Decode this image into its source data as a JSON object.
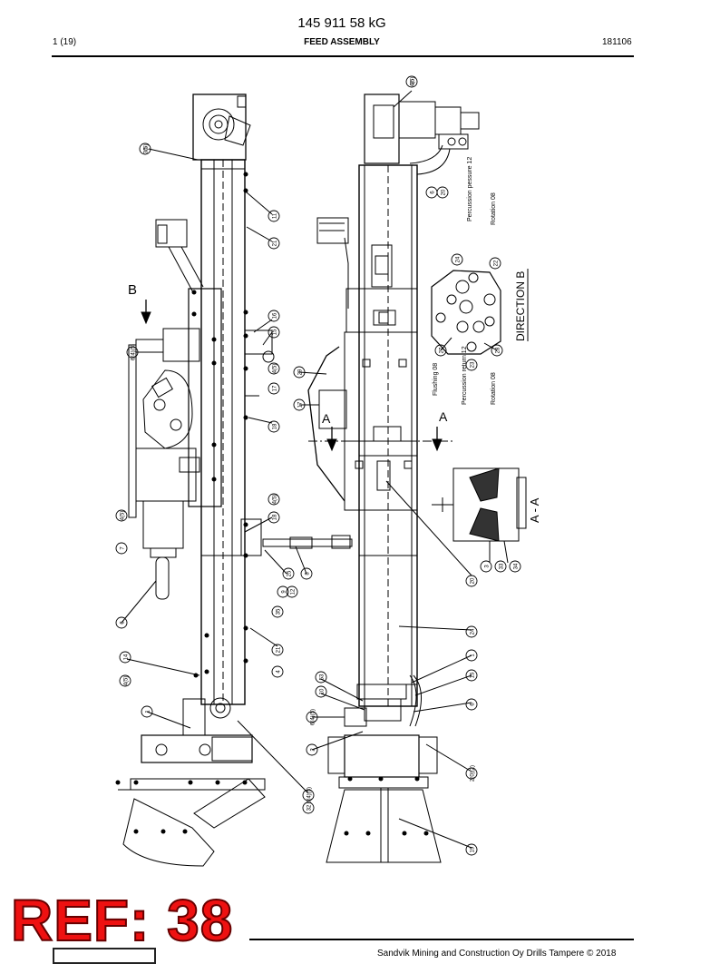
{
  "header": {
    "title": "145 911 58 kG",
    "page": "1 (19)",
    "section": "FEED ASSEMBLY",
    "code": "181106"
  },
  "drawing": {
    "label_b": "B",
    "label_a_left": "A",
    "label_a_right": "A",
    "direction_b": "DIRECTION B",
    "section_aa": "A - A",
    "ports": {
      "percussion_pressure": "Percussion pessure 12",
      "rotation_08_top": "Rotation 08",
      "flushing": "Flushing 08",
      "percussion_return": "Percussion return 12",
      "rotation_08_bottom": "Rotation 08"
    },
    "callouts_left": [
      "5",
      "11",
      "21",
      "16",
      "15",
      "4(5)",
      "17",
      "18",
      "4(5)",
      "18",
      "25",
      "8",
      "9",
      "12",
      "35",
      "21",
      "4",
      "6",
      "14",
      "4(5)",
      "1",
      "4(5)",
      "7",
      "6(4)(5)",
      "6(4)(5)",
      "32",
      "3(5)"
    ],
    "callouts_right": [
      "4(5)",
      "6",
      "20",
      "24",
      "22",
      "27",
      "23",
      "28",
      "29",
      "17",
      "20",
      "24",
      "1",
      "15",
      "6",
      "2(0)(2)",
      "19",
      "53",
      "10",
      "6(4)(5)",
      "2",
      "3",
      "33",
      "34",
      "35"
    ]
  },
  "watermark": "REF: 38",
  "footer": {
    "copyright": "Sandvik Mining and Construction Oy Drills Tampere © 2018"
  }
}
